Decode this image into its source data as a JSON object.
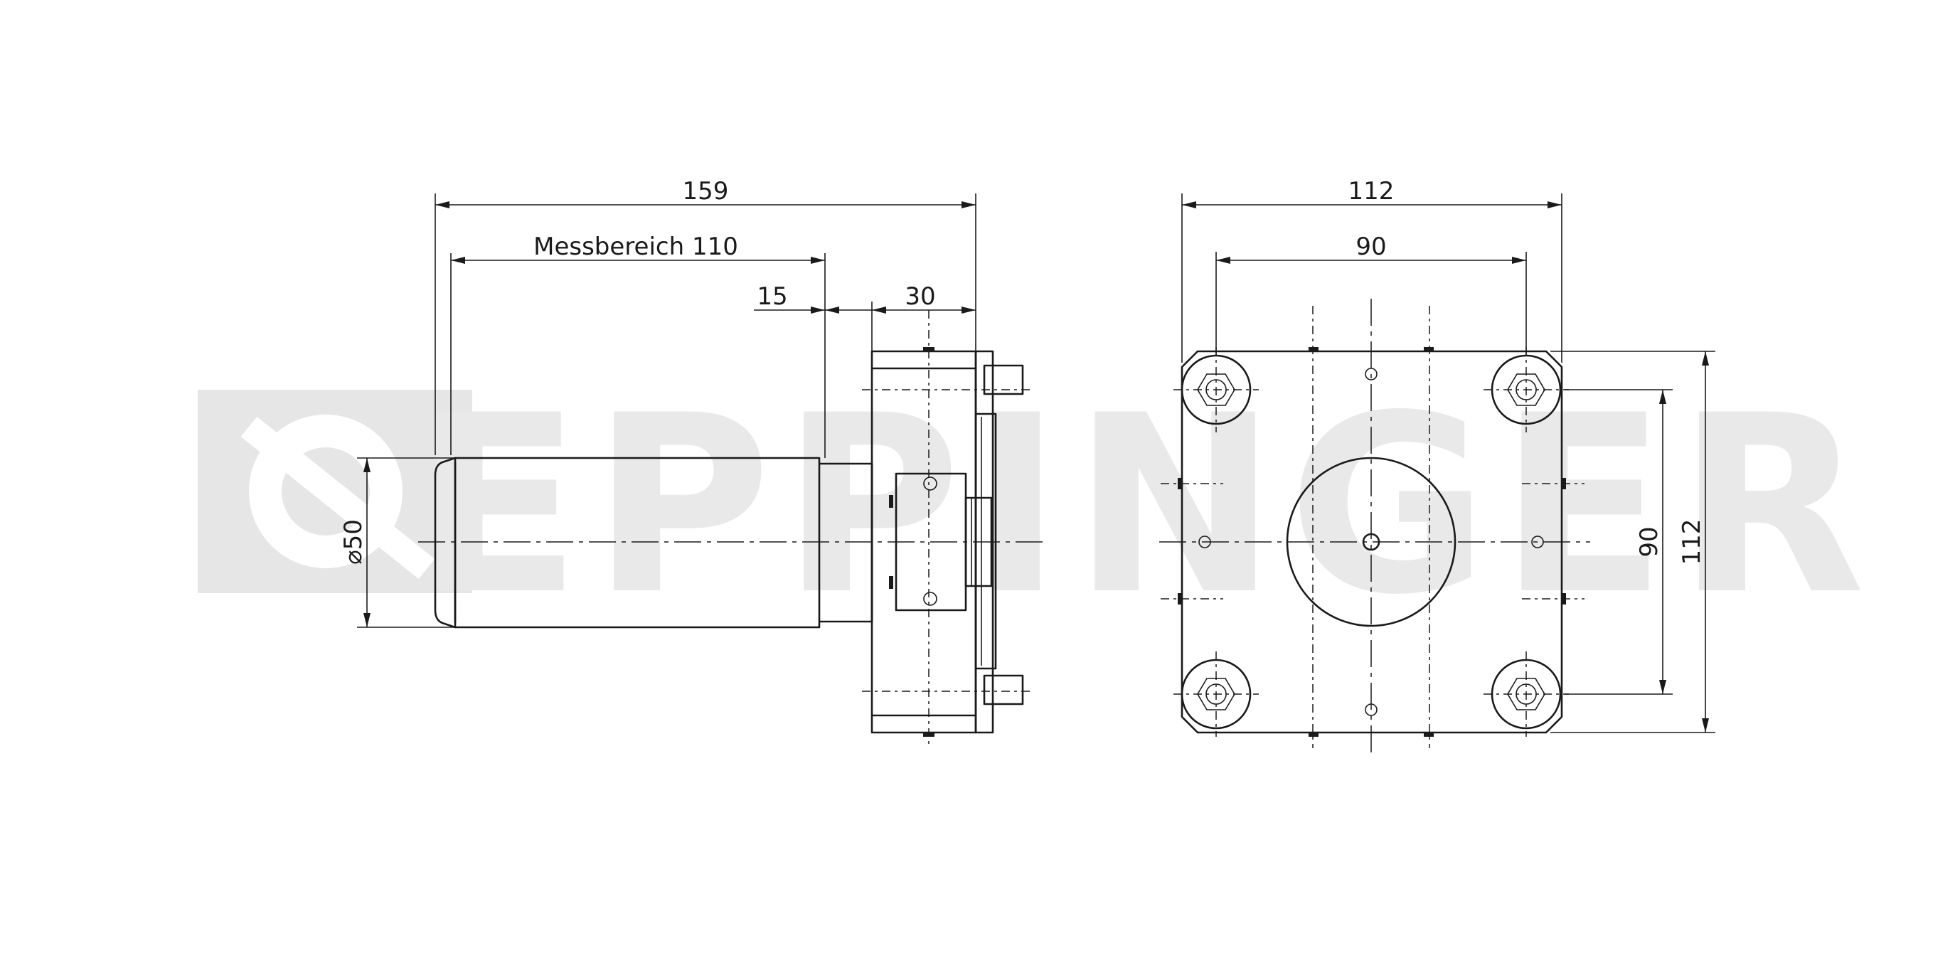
{
  "watermark": {
    "brand": "EPPINGER"
  },
  "side_view": {
    "dimensions": {
      "overall_length": "159",
      "measuring_range": "Messbereich 110",
      "offset_small": "15",
      "flange_depth": "30",
      "diameter": "⌀50"
    }
  },
  "front_view": {
    "dimensions": {
      "overall_width": "112",
      "hole_spacing_horizontal": "90",
      "hole_spacing_vertical": "90",
      "overall_height": "112"
    }
  },
  "colors": {
    "line": "#1a1a1a",
    "watermark": "#e6e6e6",
    "background": "#ffffff"
  }
}
